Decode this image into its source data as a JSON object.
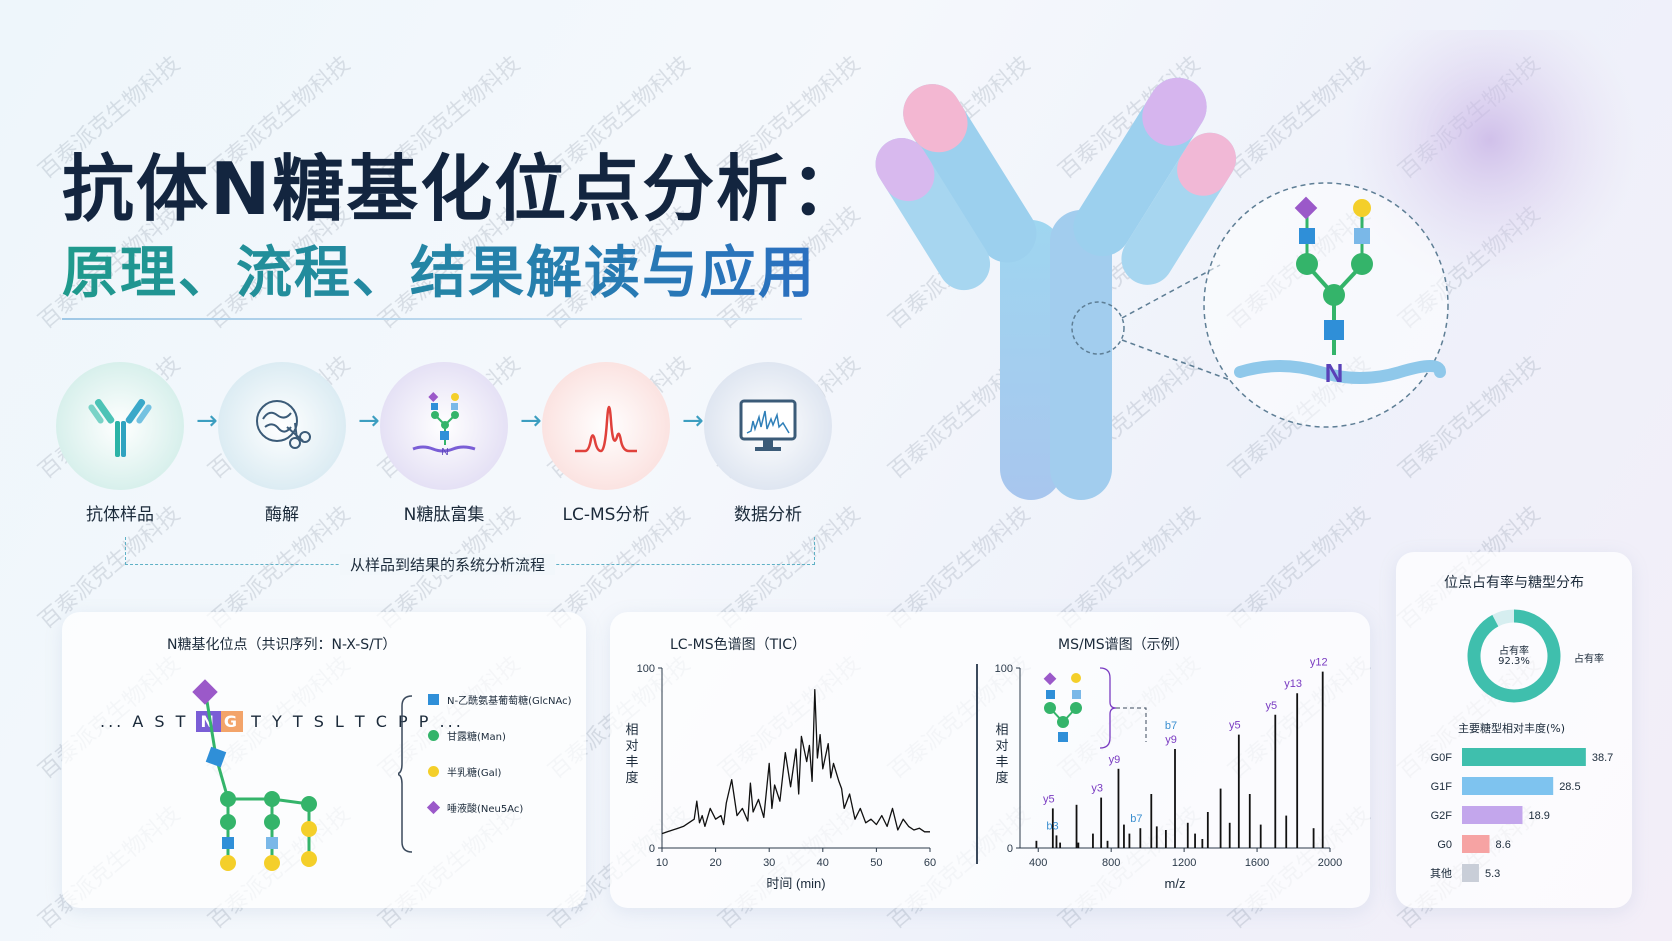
{
  "title": {
    "line1": "抗体N糖基化位点分析：",
    "line2": "原理、流程、结果解读与应用"
  },
  "workflow": {
    "steps": [
      {
        "label": "抗体样品",
        "icon": "antibody-icon"
      },
      {
        "label": "酶解",
        "icon": "digestion-scissors-icon"
      },
      {
        "label": "N糖肽富集",
        "icon": "glycopeptide-icon"
      },
      {
        "label": "LC-MS分析",
        "icon": "lc-ms-peaks-icon"
      },
      {
        "label": "数据分析",
        "icon": "monitor-chart-icon"
      }
    ],
    "caption": "从样品到结果的系统分析流程"
  },
  "hero": {
    "glycan_site_letter": "N"
  },
  "site_card": {
    "title": "N糖基化位点（共识序列：N-X-S/T）",
    "sequence_prefix": "... A S T",
    "sequence_n": "N",
    "sequence_g": "G",
    "sequence_suffix": "T Y T S L T C P P ...",
    "legend": [
      {
        "label": "N-乙酰氨基葡萄糖(GlcNAc)",
        "color": "#2f8fd8",
        "shape": "square"
      },
      {
        "label": "甘露糖(Man)",
        "color": "#34b46a",
        "shape": "circle"
      },
      {
        "label": "半乳糖(Gal)",
        "color": "#f4cf2a",
        "shape": "circle"
      },
      {
        "label": "唾液酸(Neu5Ac)",
        "color": "#9b59c9",
        "shape": "diamond"
      }
    ]
  },
  "chart_data": [
    {
      "type": "line",
      "title": "LC-MS色谱图（TIC）",
      "xlabel": "时间 (min)",
      "ylabel": "相对丰度",
      "xlim": [
        10,
        60
      ],
      "ylim": [
        0,
        100
      ],
      "xticks": [
        "10",
        "20",
        "30",
        "40",
        "50",
        "60"
      ],
      "yticks": [
        "0",
        "100"
      ],
      "x": [
        10,
        11,
        12,
        13,
        14,
        15,
        16,
        16.5,
        17,
        17.5,
        18,
        19,
        20,
        21,
        21.5,
        22,
        23,
        24,
        25,
        26,
        26.5,
        27,
        28,
        29,
        30,
        30.5,
        31,
        32,
        33,
        34,
        35,
        35.5,
        36,
        37,
        37.5,
        38,
        38.5,
        39,
        39.5,
        40,
        41,
        41.5,
        42,
        43,
        43.5,
        44,
        45,
        46,
        47,
        48,
        49,
        50,
        51,
        52,
        53,
        54,
        55,
        56,
        57,
        58,
        59,
        60
      ],
      "y": [
        8,
        9,
        10,
        11,
        12,
        14,
        16,
        26,
        14,
        18,
        12,
        22,
        16,
        18,
        13,
        25,
        38,
        18,
        22,
        15,
        36,
        20,
        27,
        17,
        47,
        22,
        35,
        26,
        53,
        34,
        55,
        30,
        62,
        48,
        57,
        37,
        88,
        50,
        63,
        44,
        58,
        39,
        47,
        37,
        33,
        22,
        30,
        16,
        22,
        14,
        16,
        13,
        18,
        12,
        22,
        10,
        16,
        12,
        10,
        11,
        9,
        9
      ]
    },
    {
      "type": "bar",
      "title": "MS/MS谱图（示例）",
      "xlabel": "m/z",
      "ylabel": "相对丰度",
      "xlim": [
        300,
        2000
      ],
      "ylim": [
        0,
        100
      ],
      "xticks": [
        "400",
        "800",
        "1200",
        "1600",
        "2000"
      ],
      "yticks": [
        "0",
        "100"
      ],
      "x": [
        390,
        480,
        500,
        520,
        610,
        620,
        700,
        745,
        780,
        840,
        870,
        900,
        960,
        1020,
        1050,
        1100,
        1150,
        1220,
        1260,
        1300,
        1330,
        1400,
        1450,
        1500,
        1560,
        1620,
        1700,
        1760,
        1820,
        1910,
        1960
      ],
      "values": [
        4,
        22,
        7,
        3,
        24,
        3,
        8,
        28,
        4,
        44,
        13,
        8,
        11,
        30,
        12,
        10,
        55,
        14,
        8,
        5,
        20,
        33,
        14,
        63,
        30,
        13,
        74,
        18,
        86,
        11,
        98
      ],
      "peak_labels": [
        {
          "x": 480,
          "label": "y5"
        },
        {
          "x": 500,
          "label": "b3"
        },
        {
          "x": 745,
          "label": "y3"
        },
        {
          "x": 840,
          "label": "y9"
        },
        {
          "x": 960,
          "label": "b7"
        },
        {
          "x": 1150,
          "label": "y9"
        },
        {
          "x": 1150,
          "label": "b7"
        },
        {
          "x": 1500,
          "label": "y5"
        },
        {
          "x": 1700,
          "label": "y5"
        },
        {
          "x": 1820,
          "label": "y13"
        },
        {
          "x": 1960,
          "label": "y12"
        }
      ]
    },
    {
      "type": "pie",
      "title": "位点占有率与糖型分布",
      "center_label": "占有率",
      "center_value": "92.3%",
      "side_label": "占有率",
      "values": [
        92.3,
        7.7
      ]
    },
    {
      "type": "bar",
      "title": "主要糖型相对丰度(%)",
      "orientation": "horizontal",
      "categories": [
        "G0F",
        "G1F",
        "G2F",
        "G0",
        "其他"
      ],
      "values": [
        38.7,
        28.5,
        18.9,
        8.6,
        5.3
      ],
      "value_labels": [
        "38.7",
        "28.5",
        "18.9",
        "8.6",
        "5.3"
      ],
      "colors": [
        "#3fbfad",
        "#7ec3ef",
        "#c3a6ec",
        "#f6a3a3",
        "#c9ced8"
      ]
    }
  ],
  "colors": {
    "title_dark": "#13253f",
    "teal": "#1f9a8c",
    "blue": "#2a6fc0",
    "glcnac": "#2f8fd8",
    "man": "#34b46a",
    "gal": "#f4cf2a",
    "neu5ac": "#9b59c9"
  },
  "watermark": "百泰派克生物科技"
}
